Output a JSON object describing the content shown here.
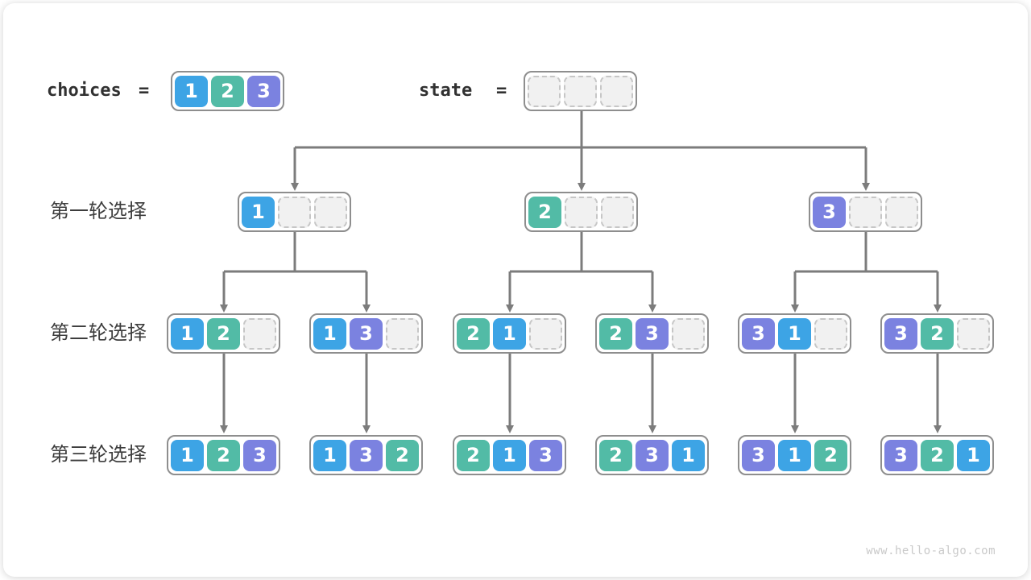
{
  "colors": {
    "1": "#3da4e5",
    "2": "#52bba6",
    "3": "#7b82e0",
    "arrow": "#7c7c7c",
    "box_border": "#8e8e8e",
    "empty_cell": "#f1f1f1"
  },
  "legend": {
    "choices_label": "choices",
    "choices_equals": "=",
    "choices_cells": [
      "1",
      "2",
      "3"
    ],
    "state_label": "state",
    "state_equals": "=",
    "state_cells": [
      "",
      "",
      ""
    ]
  },
  "rows": [
    {
      "label": "第一轮选择",
      "nodes": [
        [
          "1",
          "",
          ""
        ],
        [
          "2",
          "",
          ""
        ],
        [
          "3",
          "",
          ""
        ]
      ]
    },
    {
      "label": "第二轮选择",
      "nodes": [
        [
          "1",
          "2",
          ""
        ],
        [
          "1",
          "3",
          ""
        ],
        [
          "2",
          "1",
          ""
        ],
        [
          "2",
          "3",
          ""
        ],
        [
          "3",
          "1",
          ""
        ],
        [
          "3",
          "2",
          ""
        ]
      ]
    },
    {
      "label": "第三轮选择",
      "nodes": [
        [
          "1",
          "2",
          "3"
        ],
        [
          "1",
          "3",
          "2"
        ],
        [
          "2",
          "1",
          "3"
        ],
        [
          "2",
          "3",
          "1"
        ],
        [
          "3",
          "1",
          "2"
        ],
        [
          "3",
          "2",
          "1"
        ]
      ]
    }
  ],
  "watermark": "www.hello-algo.com"
}
